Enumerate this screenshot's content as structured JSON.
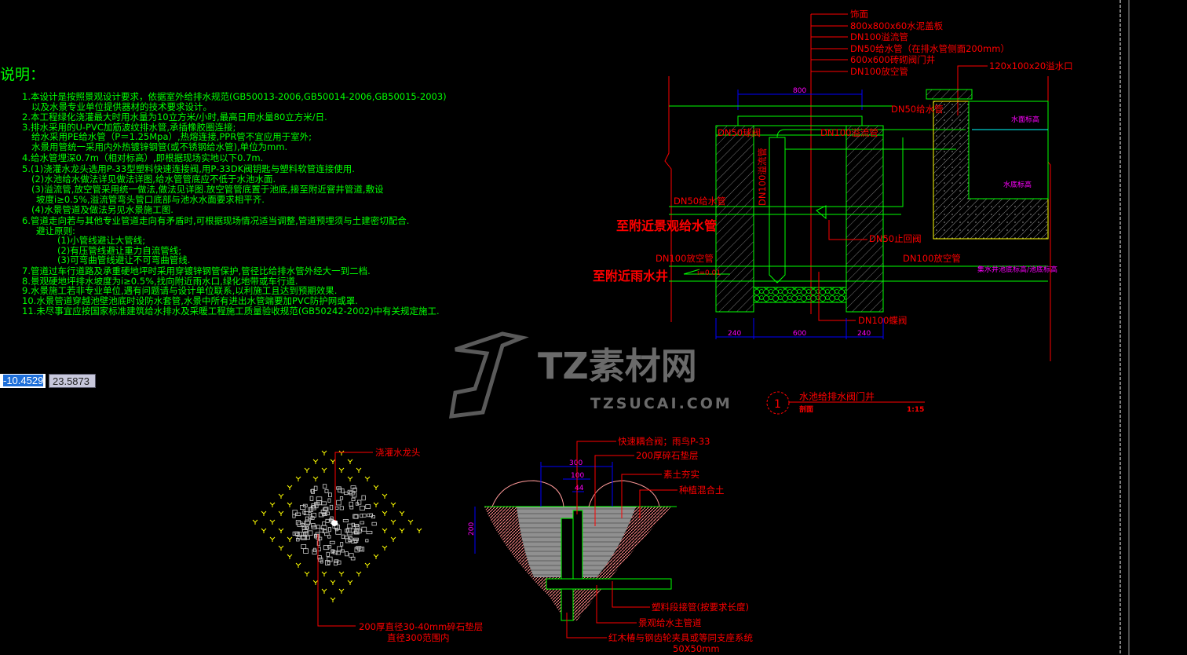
{
  "notes": {
    "title": "说明：",
    "lines": [
      "1.本设计是按照景观设计要求，依据室外给排水规范(GB50013-2006,GB50014-2006,GB50015-2003)",
      "以及水景专业单位提供器材的技术要求设计。",
      "2.本工程绿化浇灌最大时用水量为10立方米/小时,最高日用水量80立方米/日.",
      "3.排水采用的U-PVC加筋波纹排水管,承插橡胶圈连接;",
      "给水采用PE给水管（P＝1.25Mpa）,热熔连接,PPR管不宜应用于室外;",
      "水景用管统一采用内外热镀锌钢管(或不锈钢给水管),单位为mm.",
      "4.给水管埋深0.7m（相对标高）,即根据现场实地以下0.7m.",
      "5.(1)浇灌水龙头选用P-33型塑料快速连接阀,用P-33DK阀钥匙与塑料软管连接使用.",
      "(2)水池给水做法详见做法详图,给水管管底应不低于水池水面.",
      "(3)溢流管,放空管采用统一做法,做法见详图.放空管管底置于池底,接至附近窨井管道,敷设",
      "坡度i≥0.5%,溢流管弯头管口底部与池水水面要求相平齐.",
      "(4)水景管道及做法另见水景施工图.",
      "6.管道走向若与其他专业管道走向有矛盾时,可根据现场情况适当调整,管道预埋须与土建密切配合.",
      "避让原则:",
      "(1)小管线避让大管线;",
      "(2)有压管线避让重力自流管线;",
      "(3)可弯曲管线避让不可弯曲管线.",
      "7.管道过车行道路及承重硬地坪时采用穿镀锌钢管保护,管径比给排水管外经大一到二档.",
      "8.景观硬地坪排水坡度为i≥0.5%,找向附近雨水口,绿化地带或车行道.",
      "9.水景施工若非专业单位,遇有问题请与设计单位联系,以利施工且达到预期效果.",
      "10.水景管道穿越池壁池底时设防水套管,水景中所有进出水管端要加PVC防护网或罩.",
      "11.未尽事宜应按国家标准建筑给水排水及采暖工程施工质量验收规范(GB50242-2002)中有关规定施工."
    ]
  },
  "coords": {
    "x": "-10.4529",
    "y": "23.5873"
  },
  "section": {
    "leaders": [
      "饰面",
      "800x800x60水泥盖板",
      "DN100溢流管",
      "DN50给水管（在排水管侧面200mm）",
      "600x600砖砌阀门井",
      "DN100放空管"
    ],
    "overflow_outlet": "120x100x20溢水口",
    "dim_top": "800",
    "dims_bottom": [
      "240",
      "600",
      "240"
    ],
    "dn50_supply_right": "DN50给水管",
    "dn50_ball_valve": "DN50球阀",
    "dn100_overflow_vertical": "DN100溢流管",
    "dn100_overflow": "DN100溢流管",
    "dn50_supply_left": "DN50给水管",
    "to_supply": "至附近景观给水管",
    "check_valve": "DN50止回阀",
    "drain_left": "DN100放空管",
    "drain_right": "DN100放空管",
    "to_rain_well": "至附近雨水井",
    "slope": "i=0.01",
    "butterfly_valve": "DN100蝶阀",
    "water_level": "水面标高",
    "pool_bottom": "水底标高",
    "sump_bottom": "集水井池底标高/池底标高",
    "title_number": "1",
    "title": "水池给排水阀门井",
    "subtitle": "剖面",
    "scale": "1:15"
  },
  "hydrant_plan": {
    "label": "浇灌水龙头",
    "gravel_label": "200厚直径30-40mm碎石垫层",
    "gravel_label2": "直径300范围内"
  },
  "hydrant_section": {
    "labels": [
      "快速耦合阀；雨鸟P-33",
      "200厚碎石垫层",
      "素土夯实",
      "种植混合土",
      "塑料段接管(按要求长度)",
      "景观给水主管道",
      "红木椿与钢齿轮夹具或等同支座系统",
      "50X50mm"
    ],
    "dims": [
      "300",
      "100",
      "44",
      "200"
    ]
  },
  "watermark": {
    "brand": "TZ素材网",
    "url": "TZSUCAI.COM"
  },
  "colors": {
    "background": "#000000",
    "notes": "#00ff00",
    "labels": "#ff0000",
    "dims": "#0000ff",
    "elevation": "#ff00ff"
  }
}
